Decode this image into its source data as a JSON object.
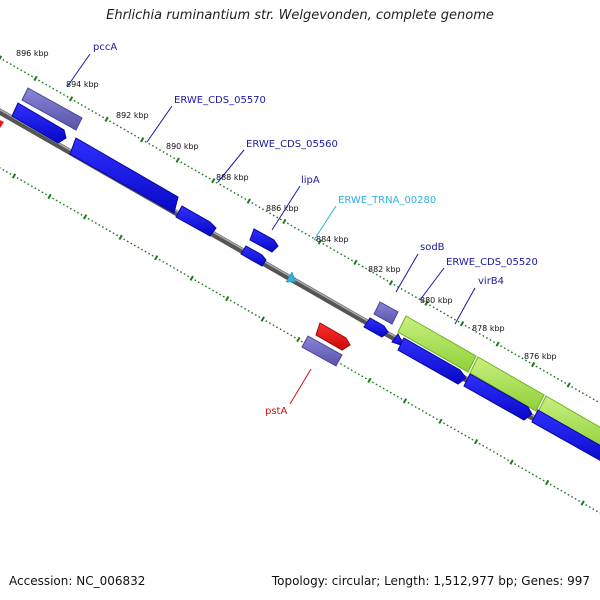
{
  "title": "Ehrlichia ruminantium str. Welgevonden, complete genome",
  "footer": {
    "accession": "Accession: NC_006832",
    "stats": "Topology: circular; Length: 1,512,977 bp; Genes: 997"
  },
  "colors": {
    "cds": "#1010e0",
    "gene": "#6a64b8",
    "trna": "#30b0e0",
    "rrna": "#e01010",
    "misc": "#a8e048",
    "backbone": "#777777",
    "ticks": "#1a7a1a",
    "label_cds": "#1a1aa0",
    "label_trna": "#30b0e0",
    "label_rrna": "#cc1010"
  },
  "kbp_labels": [
    "896 kbp",
    "894 kbp",
    "892 kbp",
    "890 kbp",
    "888 kbp",
    "886 kbp",
    "884 kbp",
    "882 kbp",
    "880 kbp",
    "878 kbp",
    "876 kbp"
  ],
  "gene_labels": [
    {
      "text": "pccA",
      "type": "cds"
    },
    {
      "text": "ERWE_CDS_05570",
      "type": "cds"
    },
    {
      "text": "ERWE_CDS_05560",
      "type": "cds"
    },
    {
      "text": "lipA",
      "type": "cds"
    },
    {
      "text": "ERWE_TRNA_00280",
      "type": "trna"
    },
    {
      "text": "sodB",
      "type": "cds"
    },
    {
      "text": "ERWE_CDS_05520",
      "type": "cds"
    },
    {
      "text": "virB4",
      "type": "cds"
    },
    {
      "text": "pstA",
      "type": "rrna"
    }
  ]
}
